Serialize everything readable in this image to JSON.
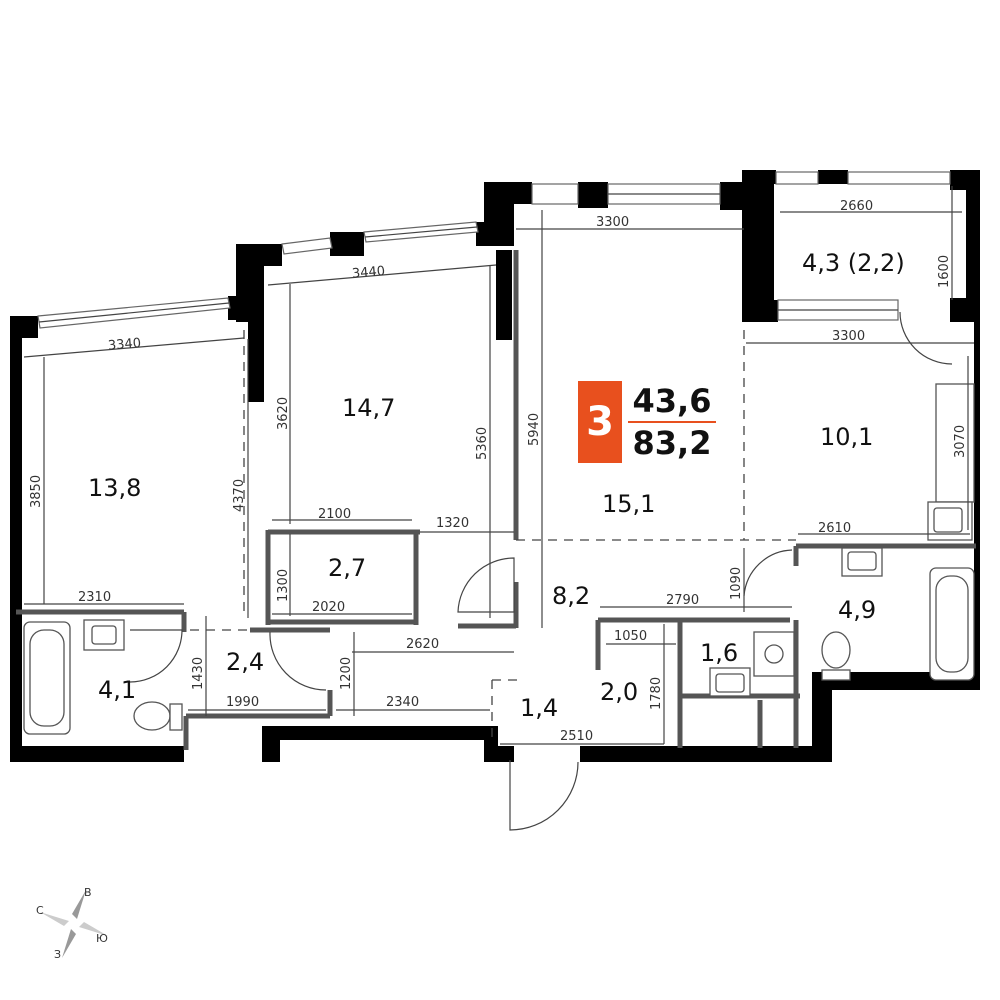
{
  "badge": {
    "rooms": "3",
    "living_area": "43,6",
    "total_area": "83,2",
    "accent_color": "#e8501e"
  },
  "rooms": [
    {
      "id": "room-13-8",
      "label": "13,8"
    },
    {
      "id": "room-14-7",
      "label": "14,7"
    },
    {
      "id": "room-15-1",
      "label": "15,1"
    },
    {
      "id": "room-10-1",
      "label": "10,1"
    },
    {
      "id": "balcony-4-3",
      "label": "4,3 (2,2)"
    },
    {
      "id": "room-2-7",
      "label": "2,7"
    },
    {
      "id": "room-2-4",
      "label": "2,4"
    },
    {
      "id": "room-8-2",
      "label": "8,2"
    },
    {
      "id": "room-4-1",
      "label": "4,1"
    },
    {
      "id": "room-4-9",
      "label": "4,9"
    },
    {
      "id": "room-1-6",
      "label": "1,6"
    },
    {
      "id": "room-2-0",
      "label": "2,0"
    },
    {
      "id": "room-1-4",
      "label": "1,4"
    }
  ],
  "dimensions": [
    "3340",
    "3440",
    "3300",
    "2660",
    "1600",
    "3300",
    "3850",
    "4370",
    "3620",
    "5360",
    "5940",
    "3070",
    "2100",
    "1320",
    "2610",
    "1300",
    "2020",
    "1090",
    "2310",
    "2790",
    "1050",
    "2620",
    "1430",
    "1200",
    "1780",
    "1990",
    "2340",
    "2510"
  ],
  "compass": {
    "north": "С",
    "east": "В",
    "south": "Ю",
    "west": "З"
  }
}
